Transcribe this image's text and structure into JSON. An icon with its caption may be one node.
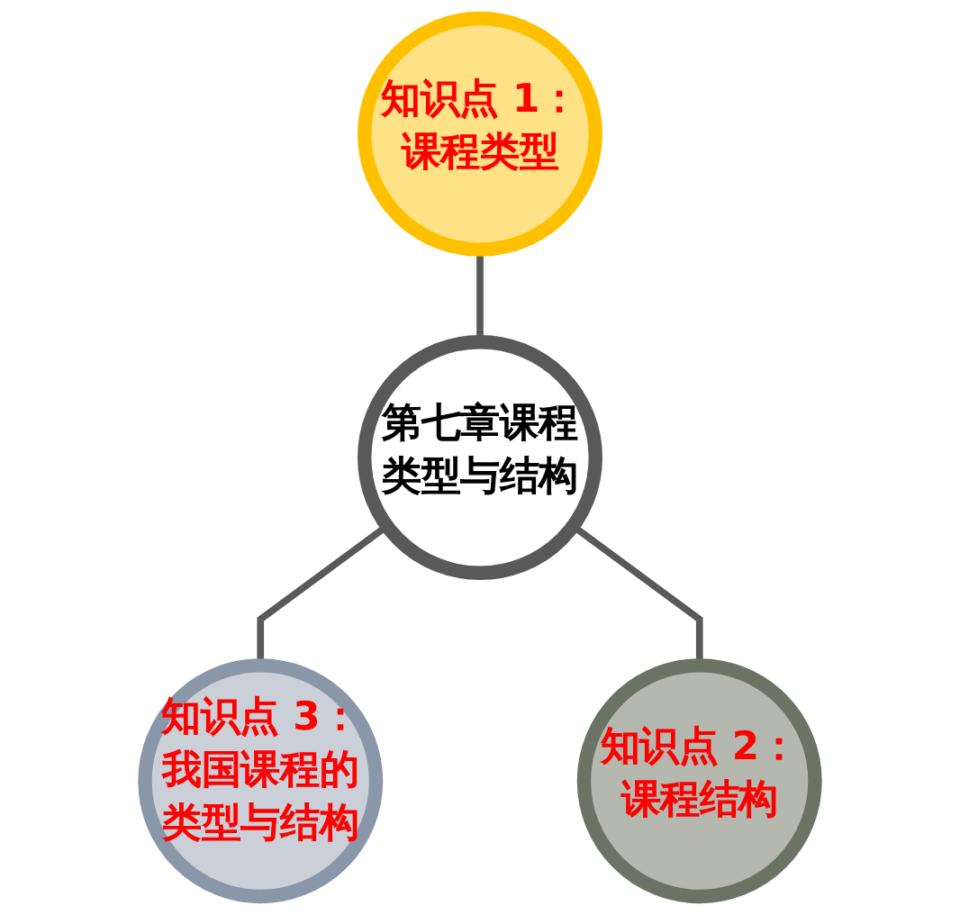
{
  "diagram": {
    "nodes": [
      {
        "text": [
          "知识点 1：课程类型"
        ]
      },
      {
        "text": [
          "第七章课程类型与结构"
        ]
      },
      {
        "text": [
          "知识点 3：我国课程的类型与结构"
        ]
      },
      {
        "text": [
          "知识点 2：课程结构"
        ]
      }
    ],
    "edges": [
      {
        "from": 0,
        "to": 1,
        "arrow": "none"
      },
      {
        "from": 1,
        "to": 2,
        "arrow": "none"
      },
      {
        "from": 1,
        "to": 3,
        "arrow": "none"
      }
    ]
  }
}
